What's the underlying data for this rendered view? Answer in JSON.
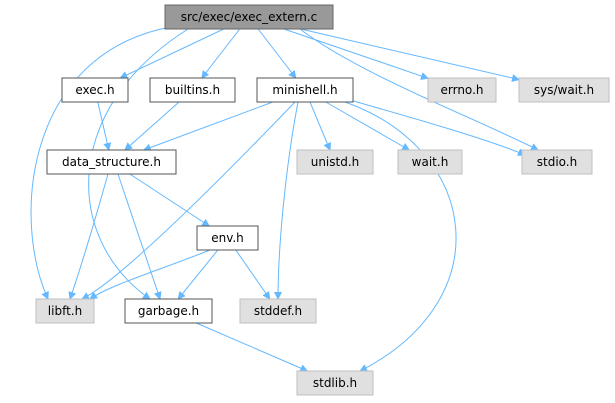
{
  "diagram": {
    "title": "src/exec/exec_extern.c",
    "colors": {
      "edge": "#63b8ff",
      "node_border": "#666666",
      "doc_node_fill": "#ffffff",
      "external_node_fill": "#e0e0e0",
      "root_node_fill": "#999999"
    },
    "nodes": [
      {
        "id": "root",
        "label": "src/exec/exec_extern.c",
        "kind": "root"
      },
      {
        "id": "exec_h",
        "label": "exec.h",
        "kind": "doc"
      },
      {
        "id": "builtins_h",
        "label": "builtins.h",
        "kind": "doc"
      },
      {
        "id": "minishell_h",
        "label": "minishell.h",
        "kind": "doc"
      },
      {
        "id": "errno_h",
        "label": "errno.h",
        "kind": "external"
      },
      {
        "id": "syswait_h",
        "label": "sys/wait.h",
        "kind": "external"
      },
      {
        "id": "data_structure_h",
        "label": "data_structure.h",
        "kind": "doc"
      },
      {
        "id": "unistd_h",
        "label": "unistd.h",
        "kind": "external"
      },
      {
        "id": "wait_h",
        "label": "wait.h",
        "kind": "external"
      },
      {
        "id": "stdio_h",
        "label": "stdio.h",
        "kind": "external"
      },
      {
        "id": "env_h",
        "label": "env.h",
        "kind": "doc"
      },
      {
        "id": "libft_h",
        "label": "libft.h",
        "kind": "external"
      },
      {
        "id": "garbage_h",
        "label": "garbage.h",
        "kind": "doc"
      },
      {
        "id": "stddef_h",
        "label": "stddef.h",
        "kind": "external"
      },
      {
        "id": "stdlib_h",
        "label": "stdlib.h",
        "kind": "external"
      }
    ],
    "edges": [
      {
        "from": "root",
        "to": "exec_h"
      },
      {
        "from": "root",
        "to": "builtins_h"
      },
      {
        "from": "root",
        "to": "minishell_h"
      },
      {
        "from": "root",
        "to": "errno_h"
      },
      {
        "from": "root",
        "to": "syswait_h"
      },
      {
        "from": "root",
        "to": "stdio_h"
      },
      {
        "from": "root",
        "to": "libft_h"
      },
      {
        "from": "root",
        "to": "garbage_h"
      },
      {
        "from": "exec_h",
        "to": "data_structure_h"
      },
      {
        "from": "builtins_h",
        "to": "data_structure_h"
      },
      {
        "from": "minishell_h",
        "to": "data_structure_h"
      },
      {
        "from": "minishell_h",
        "to": "libft_h"
      },
      {
        "from": "minishell_h",
        "to": "unistd_h"
      },
      {
        "from": "minishell_h",
        "to": "wait_h"
      },
      {
        "from": "minishell_h",
        "to": "stdio_h"
      },
      {
        "from": "minishell_h",
        "to": "stddef_h"
      },
      {
        "from": "minishell_h",
        "to": "stdlib_h"
      },
      {
        "from": "data_structure_h",
        "to": "env_h"
      },
      {
        "from": "data_structure_h",
        "to": "libft_h"
      },
      {
        "from": "data_structure_h",
        "to": "garbage_h"
      },
      {
        "from": "env_h",
        "to": "libft_h"
      },
      {
        "from": "env_h",
        "to": "garbage_h"
      },
      {
        "from": "env_h",
        "to": "stddef_h"
      },
      {
        "from": "garbage_h",
        "to": "stdlib_h"
      }
    ]
  }
}
